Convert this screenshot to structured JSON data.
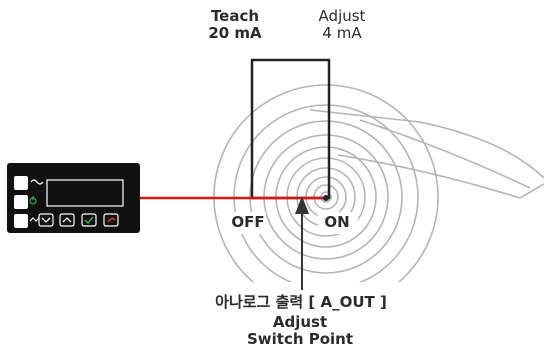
{
  "labels": {
    "teach_line1": "Teach",
    "teach_line2": "20 mA",
    "adjust_line1": "Adjust",
    "adjust_line2": "4 mA",
    "off": "OFF",
    "on": "ON",
    "analog_output": "아나로그 출력 [ A_OUT ]",
    "switch_point_line1": "Adjust",
    "switch_point_line2": "Switch Point"
  },
  "icons": {
    "device": "controller-device-icon",
    "arrow": "up-arrow-icon",
    "roll": "paper-roll-icon",
    "window": "adjust-window-icon"
  },
  "colors": {
    "signal_line": "#d9141a",
    "device_body": "#111111",
    "roll_stroke": "#b5b5b5",
    "window_stroke": "#222222",
    "confirm_key": "#3cb043",
    "cancel_key": "#e53030",
    "power_icon": "#3cb043",
    "text": "#2b2b2b"
  }
}
